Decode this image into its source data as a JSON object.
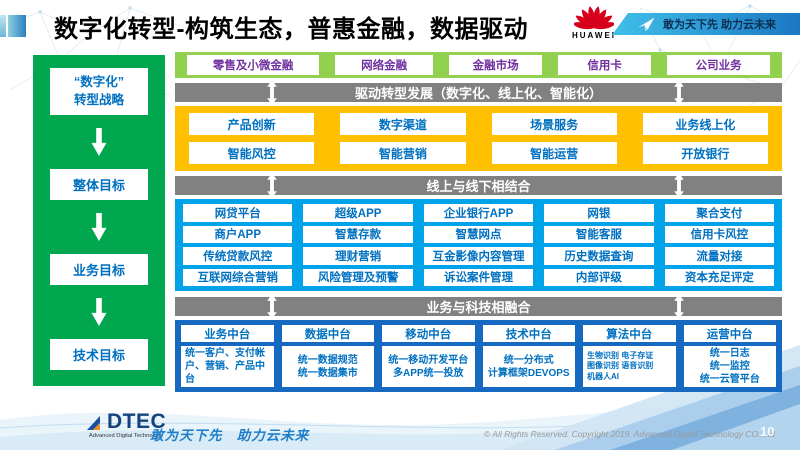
{
  "header": {
    "title": "数字化转型-构筑生态，普惠金融，数据驱动",
    "huawei_label": "HUAWEI",
    "banner_slogan": "敢为天下先 助力云未来"
  },
  "sidebar": {
    "items": [
      "“数字化”\n转型战略",
      "整体目标",
      "业务目标",
      "技术目标"
    ]
  },
  "business_band": {
    "items": [
      "零售及小微金融",
      "网络金融",
      "金融市场",
      "信用卡",
      "公司业务"
    ]
  },
  "section_bars": [
    "驱动转型发展（数字化、线上化、智能化）",
    "线上与线下相结合",
    "业务与科技相融合"
  ],
  "capability_band": {
    "rows": [
      [
        "产品创新",
        "数字渠道",
        "场景服务",
        "业务线上化"
      ],
      [
        "智能风控",
        "智能营销",
        "智能运营",
        "开放银行"
      ]
    ]
  },
  "channel_band": {
    "rows": [
      [
        "网贷平台",
        "超级APP",
        "企业银行APP",
        "网银",
        "聚合支付"
      ],
      [
        "商户APP",
        "智慧存款",
        "智慧网点",
        "智能客服",
        "信用卡风控"
      ],
      [
        "传统贷款风控",
        "理财营销",
        "互金影像内容管理",
        "历史数据查询",
        "流量对接"
      ],
      [
        "互联网综合营销",
        "风险管理及预警",
        "诉讼案件管理",
        "内部评级",
        "资本充足评定"
      ]
    ]
  },
  "platform_band": {
    "columns": [
      {
        "header": "业务中台",
        "content": "统一客户、支付帐户、营销、产品中台"
      },
      {
        "header": "数据中台",
        "content": "统一数据规范\n统一数据集市"
      },
      {
        "header": "移动中台",
        "content": "统一移动开发平台\n多APP统一投放"
      },
      {
        "header": "技术中台",
        "content": "统一分布式\n计算框架DEVOPS"
      },
      {
        "header": "算法中台",
        "content": "生物识别 电子存证\n图像识别 语音识别\n机器人AI"
      },
      {
        "header": "运营中台",
        "content": "统一日志\n统一监控\n统一云管平台"
      }
    ]
  },
  "footer": {
    "logo_text": "DTEC",
    "logo_subtext": "Advanced Digital Technology",
    "slogan": "敢为天下先   助力云未来",
    "copyright": "© All Rights Reserved. Copyright 2019. Advanced Digital Technology CO.,Ltd",
    "page_number": "10"
  },
  "icons": {
    "huawei_logo": "huawei-flower-logo",
    "banner_icon": "paper-plane-icon",
    "bar_icon": "up-down-arrow-icon",
    "sidebar_icon": "down-arrow-icon",
    "footer_icon": "dtec-logo-mark"
  },
  "colors": {
    "sidebar_green": "#00A74F",
    "band_light_green": "#92D050",
    "band_yellow": "#FFC000",
    "band_cyan_blue": "#00A2E8",
    "band_dark_blue": "#1569C0",
    "connector_gray": "#818181",
    "box_text_blue": "#0070C0",
    "box_text_purple": "#7030A0",
    "huawei_red": "#D6001C",
    "banner_gradient_start": "#41BFE9",
    "banner_gradient_end": "#1A78C2"
  }
}
